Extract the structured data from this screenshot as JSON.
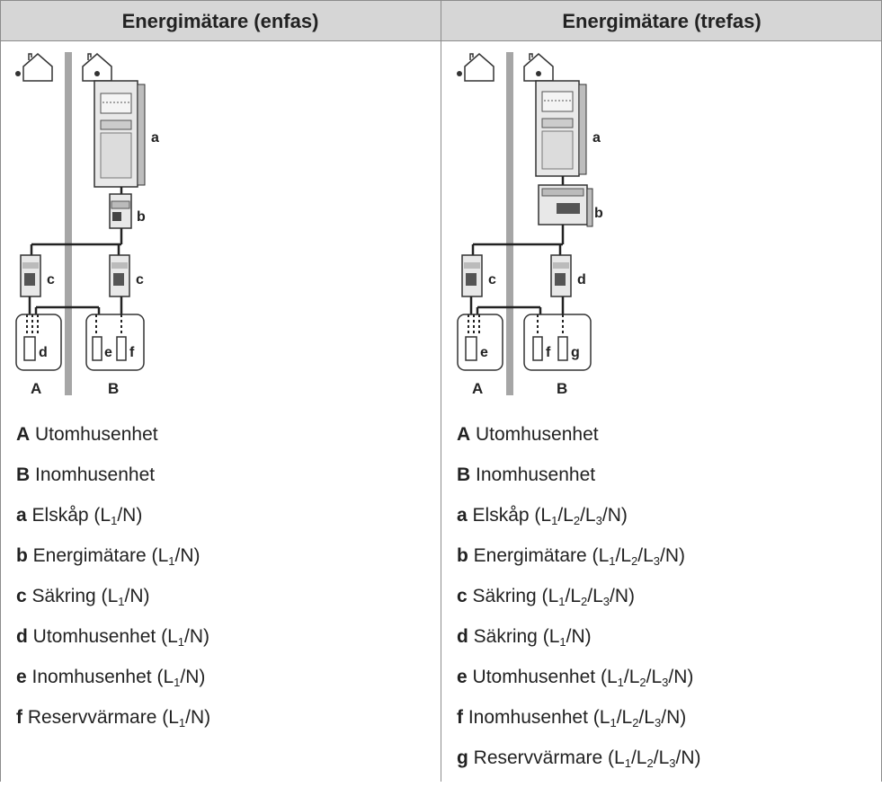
{
  "headers": {
    "left": "Energimätare (enfas)",
    "right": "Energimätare (trefas)"
  },
  "diagrams": {
    "left": {
      "labels": {
        "a": "a",
        "b": "b",
        "c1": "c",
        "c2": "c",
        "d": "d",
        "e": "e",
        "f": "f",
        "A": "A",
        "B": "B"
      }
    },
    "right": {
      "labels": {
        "a": "a",
        "b": "b",
        "c": "c",
        "d": "d",
        "e": "e",
        "f": "f",
        "g": "g",
        "A": "A",
        "B": "B"
      }
    }
  },
  "legend_left": [
    {
      "key": "A",
      "text": " Utomhusenhet",
      "phases": ""
    },
    {
      "key": "B",
      "text": " Inomhusenhet",
      "phases": ""
    },
    {
      "key": "a",
      "text": " Elskåp (",
      "phases": "L1/N"
    },
    {
      "key": "b",
      "text": " Energimätare (",
      "phases": "L1/N"
    },
    {
      "key": "c",
      "text": " Säkring (",
      "phases": "L1/N"
    },
    {
      "key": "d",
      "text": " Utomhusenhet (",
      "phases": "L1/N"
    },
    {
      "key": "e",
      "text": " Inomhusenhet (",
      "phases": "L1/N"
    },
    {
      "key": "f",
      "text": " Reservvärmare (",
      "phases": "L1/N"
    }
  ],
  "legend_right": [
    {
      "key": "A",
      "text": " Utomhusenhet",
      "phases": ""
    },
    {
      "key": "B",
      "text": " Inomhusenhet",
      "phases": ""
    },
    {
      "key": "a",
      "text": " Elskåp (",
      "phases": "L1/L2/L3/N"
    },
    {
      "key": "b",
      "text": " Energimätare (",
      "phases": "L1/L2/L3/N"
    },
    {
      "key": "c",
      "text": " Säkring (",
      "phases": "L1/L2/L3/N"
    },
    {
      "key": "d",
      "text": " Säkring (",
      "phases": "L1/N"
    },
    {
      "key": "e",
      "text": " Utomhusenhet (",
      "phases": "L1/L2/L3/N"
    },
    {
      "key": "f",
      "text": " Inomhusenhet (",
      "phases": "L1/L2/L3/N"
    },
    {
      "key": "g",
      "text": " Reservvärmare (",
      "phases": "L1/L2/L3/N"
    }
  ]
}
